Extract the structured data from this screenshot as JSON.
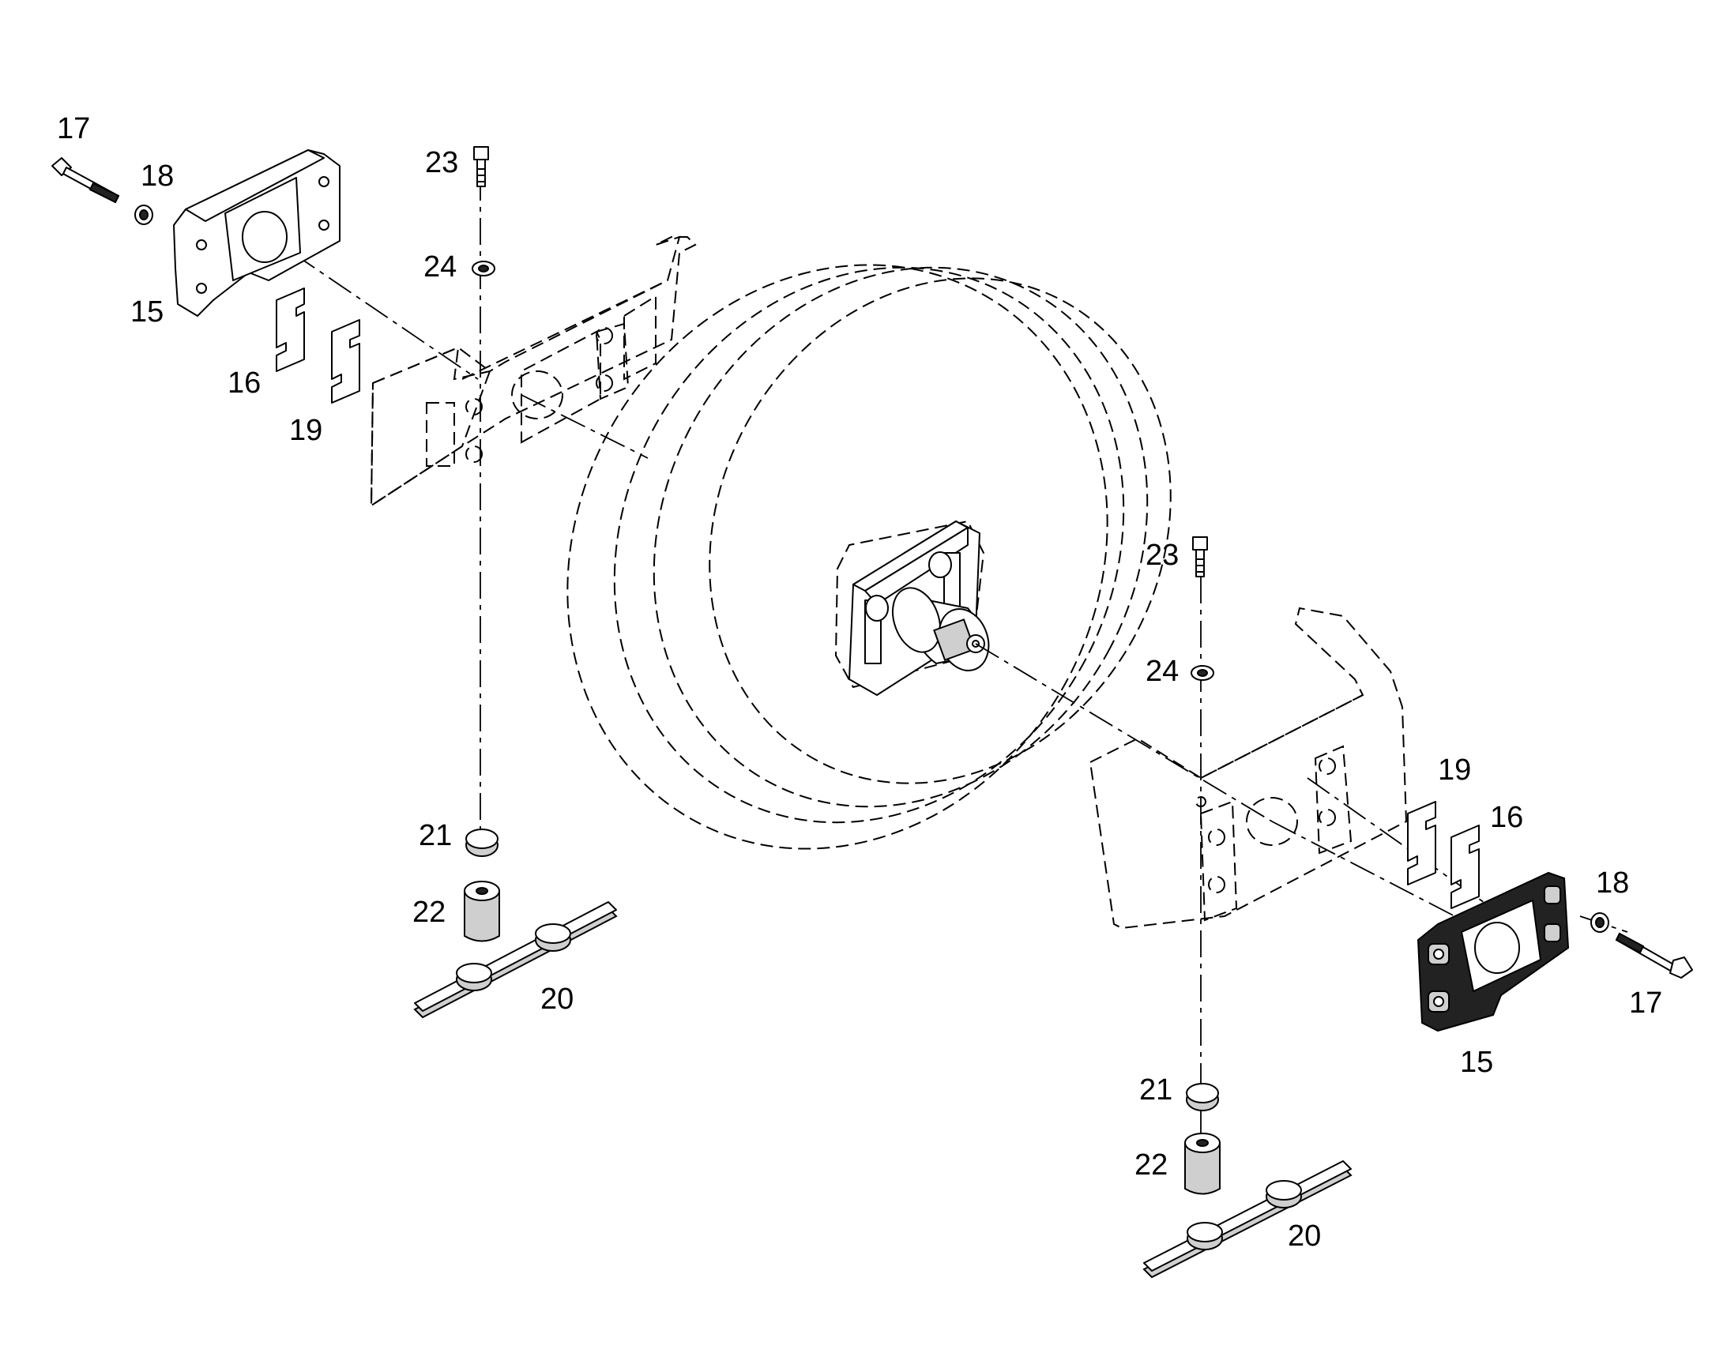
{
  "diagram": {
    "callouts": {
      "l15": "15",
      "l16": "16",
      "l17": "17",
      "l18": "18",
      "l19": "19",
      "l20": "20",
      "l21": "21",
      "l22": "22",
      "l23": "23",
      "l24": "24",
      "r15": "15",
      "r16": "16",
      "r17": "17",
      "r18": "18",
      "r19": "19",
      "r20": "20",
      "r21": "21",
      "r22": "22",
      "r23": "23",
      "r24": "24"
    }
  }
}
